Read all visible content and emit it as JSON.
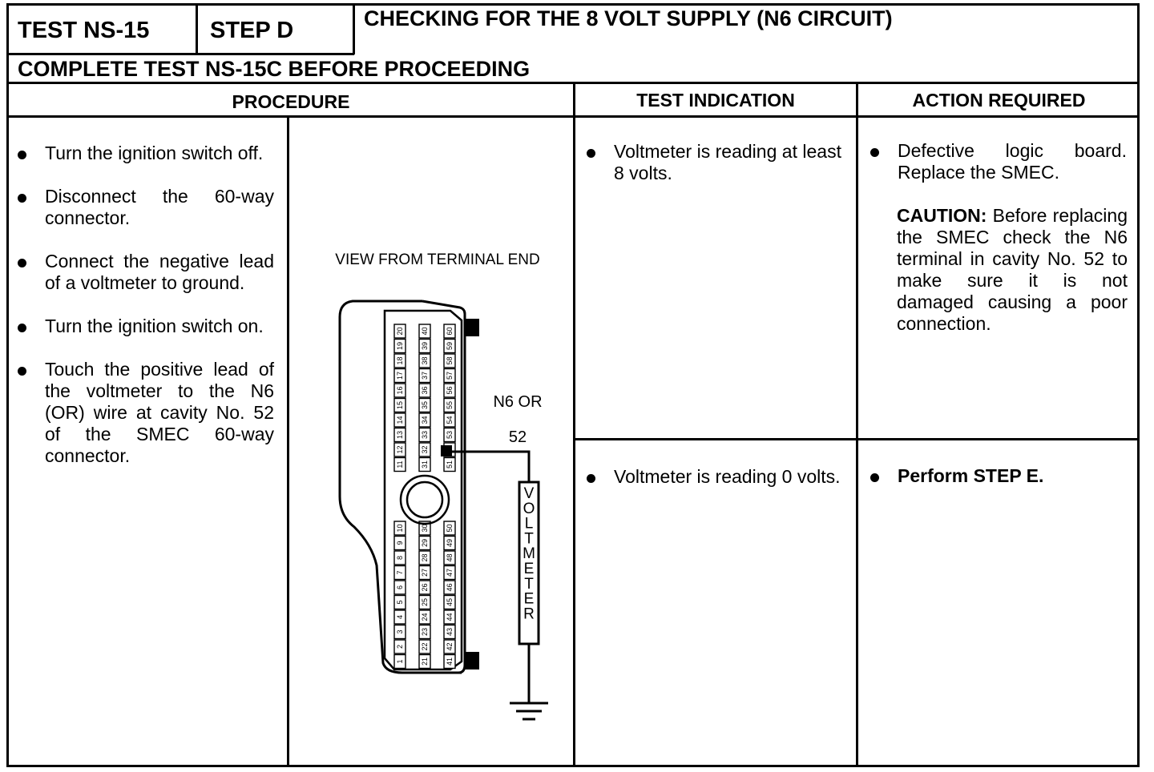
{
  "header": {
    "test_label": "TEST NS-15",
    "step_label": "STEP D",
    "title": "CHECKING FOR THE 8 VOLT SUPPLY (N6 CIRCUIT)",
    "prerequisite": "COMPLETE TEST NS-15C BEFORE PROCEEDING"
  },
  "columns": {
    "procedure": "PROCEDURE",
    "test_indication": "TEST INDICATION",
    "action_required": "ACTION REQUIRED"
  },
  "procedure": {
    "steps": [
      "Turn the ignition switch off.",
      "Disconnect the 60-way connector.",
      "Connect the negative lead of a voltmeter to ground.",
      "Turn the ignition switch on.",
      "Touch the positive lead of the voltmeter to the N6 (OR) wire at cavity No. 52 of the SMEC 60-way connector."
    ]
  },
  "diagram": {
    "view_label": "VIEW FROM TERMINAL END",
    "wire_label_1": "N6 OR",
    "wire_label_2": "52",
    "meter_label": "VOLTMETER",
    "pin_rows": {
      "top_col1": [
        "11",
        "12",
        "13",
        "14",
        "15",
        "16",
        "17",
        "18",
        "19",
        "20"
      ],
      "top_col2": [
        "31",
        "32",
        "33",
        "34",
        "35",
        "36",
        "37",
        "38",
        "39",
        "40"
      ],
      "top_col3": [
        "51",
        "52",
        "53",
        "54",
        "55",
        "56",
        "57",
        "58",
        "59",
        "60"
      ],
      "bot_col1": [
        "1",
        "2",
        "3",
        "4",
        "5",
        "6",
        "7",
        "8",
        "9",
        "10"
      ],
      "bot_col2": [
        "21",
        "22",
        "23",
        "24",
        "25",
        "26",
        "27",
        "28",
        "29",
        "30"
      ],
      "bot_col3": [
        "41",
        "42",
        "43",
        "44",
        "45",
        "46",
        "47",
        "48",
        "49",
        "50"
      ]
    }
  },
  "results": [
    {
      "indication": "Voltmeter is reading at least 8 volts.",
      "action": "Defective logic board. Replace the SMEC.",
      "caution_label": "CAUTION:",
      "caution_text": "Before replacing the SMEC check the N6 terminal in cavity No. 52 to make sure it is not damaged causing a poor connection."
    },
    {
      "indication": "Voltmeter is reading 0 volts.",
      "action": "Perform STEP E."
    }
  ]
}
